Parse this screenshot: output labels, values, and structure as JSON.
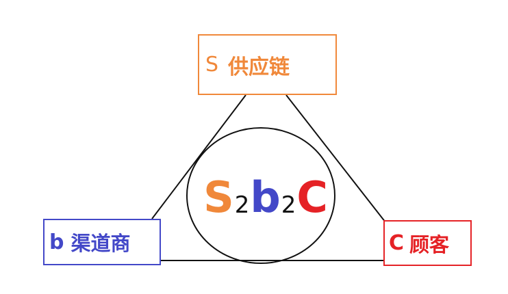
{
  "diagram": {
    "title": "S2b2C",
    "colors": {
      "supply": "#f0883a",
      "channel": "#4348c8",
      "customer": "#e52226",
      "line": "#111111"
    },
    "center": {
      "parts": [
        {
          "text": "S",
          "role": "big",
          "color": "#f0883a"
        },
        {
          "text": "2",
          "role": "small",
          "color": "#111111"
        },
        {
          "text": "b",
          "role": "big",
          "color": "#4348c8"
        },
        {
          "text": "2",
          "role": "small",
          "color": "#111111"
        },
        {
          "text": "C",
          "role": "big",
          "color": "#e52226"
        }
      ]
    },
    "nodes": {
      "supply": {
        "letter": "S",
        "label": "供应链"
      },
      "channel": {
        "letter": "b",
        "label": "渠道商"
      },
      "customer": {
        "letter": "C",
        "label": "顾客"
      }
    }
  }
}
